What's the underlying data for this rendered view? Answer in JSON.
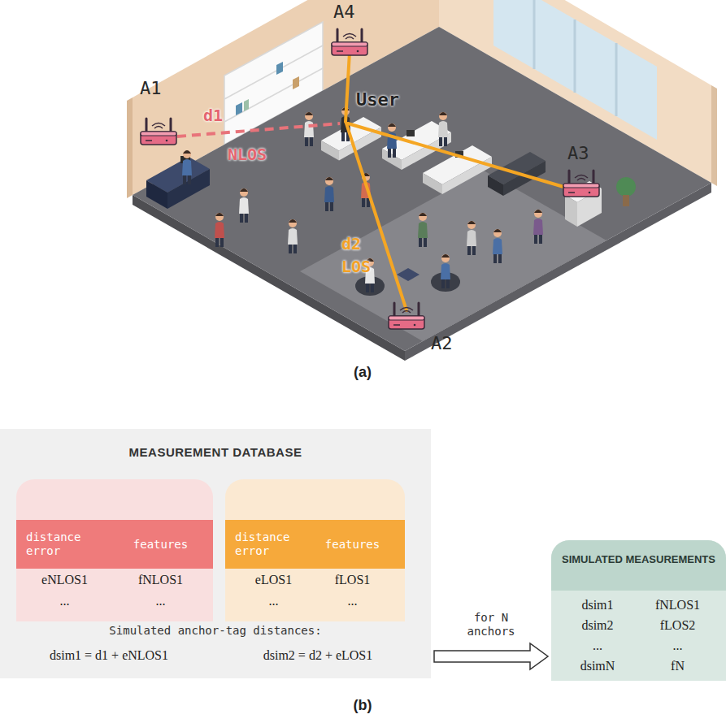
{
  "diagram": {
    "nodes": [
      {
        "text": [
          "MEASUREMENT DATABASE"
        ]
      },
      {
        "text": [
          "distance error",
          "features",
          "eNLOS1",
          "fNLOS1",
          "...",
          "..."
        ],
        "in": 0
      },
      {
        "text": [
          "distance error",
          "features",
          "eLOS1",
          "fLOS1",
          "...",
          "..."
        ],
        "in": 0
      },
      {
        "text": [
          "SIMULATED MEASUREMENTS",
          "dsim1",
          "fNLOS1",
          "dsim2",
          "fLOS2",
          "...",
          "...",
          "dsimN",
          "fN"
        ]
      }
    ],
    "edges": [
      {
        "from": 0,
        "to": 3,
        "arrow": "to",
        "label": "for N anchors"
      }
    ],
    "labels": [
      "A4",
      "A1",
      "User",
      "d1",
      "NLOS",
      "A3",
      "d2",
      "LOS",
      "A2",
      "(a)",
      "Simulated anchor-tag distances:",
      "dsim1 = d1 + eNLOS1",
      "dsim2 = d2 + eLOS1",
      "(b)"
    ]
  }
}
